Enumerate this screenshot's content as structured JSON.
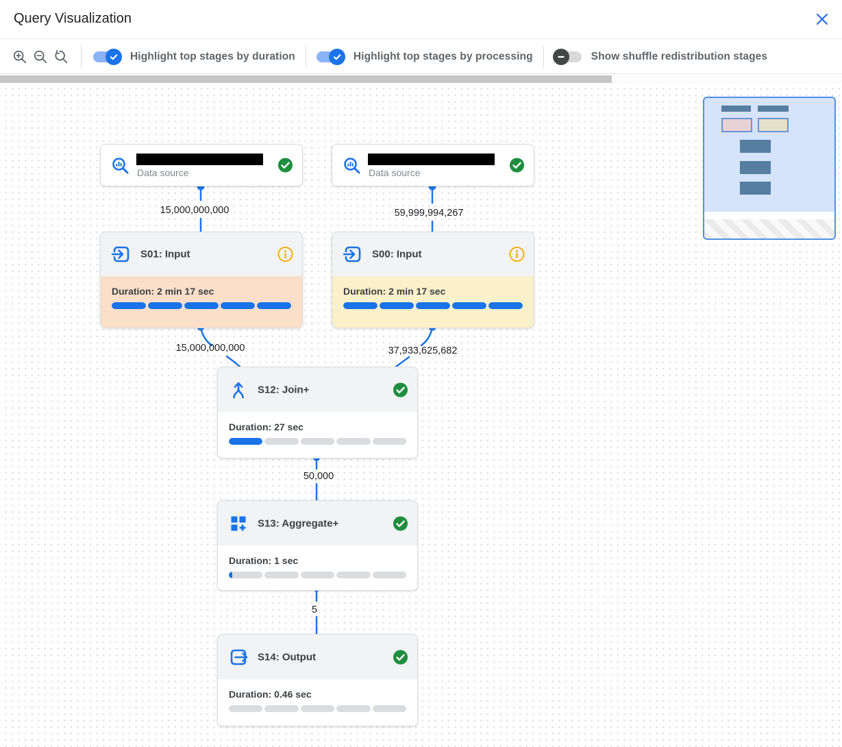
{
  "header": {
    "title": "Query Visualization"
  },
  "toolbar": {
    "zoom_icons": [
      "zoom-in",
      "zoom-out",
      "zoom-reset"
    ],
    "toggles": [
      {
        "label": "Highlight top stages by duration",
        "state": "on"
      },
      {
        "label": "Highlight top stages by processing",
        "state": "on"
      },
      {
        "label": "Show shuffle redistribution stages",
        "state": "off"
      }
    ]
  },
  "graph": {
    "nodes": {
      "ds1": {
        "type": "data-source",
        "subtitle": "Data source",
        "status": "success",
        "name_redacted": true
      },
      "ds2": {
        "type": "data-source",
        "subtitle": "Data source",
        "status": "success",
        "name_redacted": true
      },
      "s01": {
        "title": "S01: Input",
        "duration": "Duration: 2 min 17 sec",
        "progress": 1,
        "highlight": "duration",
        "status": "info"
      },
      "s00": {
        "title": "S00: Input",
        "duration": "Duration: 2 min 17 sec",
        "progress": 1,
        "highlight": "processing",
        "status": "info"
      },
      "s12": {
        "title": "S12: Join+",
        "duration": "Duration: 27 sec",
        "progress": 0.2,
        "highlight": "none",
        "status": "success"
      },
      "s13": {
        "title": "S13: Aggregate+",
        "duration": "Duration: 1 sec",
        "progress": 0.02,
        "highlight": "none",
        "status": "success"
      },
      "s14": {
        "title": "S14: Output",
        "duration": "Duration: 0.46 sec",
        "progress": 0,
        "highlight": "none",
        "status": "success"
      }
    },
    "edge_labels": {
      "ds1_s01": "15,000,000,000",
      "ds2_s00": "59,999,994,267",
      "s01_s12": "15,000,000,000",
      "s00_s12": "37,933,625,682",
      "s12_s13": "50,000",
      "s13_s14": "5"
    }
  },
  "colors": {
    "accent_blue": "#1a73e8",
    "success_green": "#1e8e3e",
    "info_orange": "#f9ab00",
    "duration_highlight": "#fbdfc9",
    "processing_highlight": "#faf0ca"
  }
}
